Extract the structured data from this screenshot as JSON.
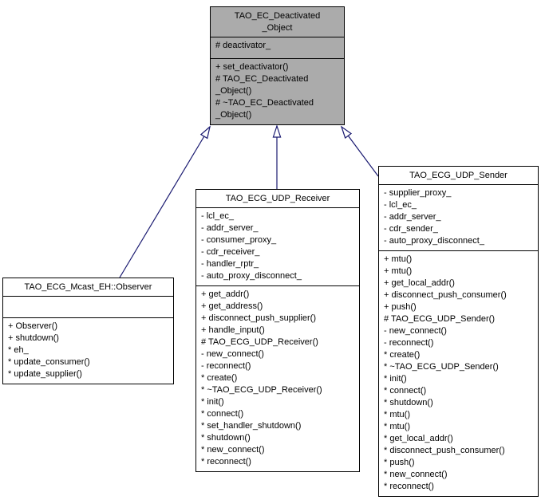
{
  "diagram": {
    "type": "uml-class-inheritance",
    "colors": {
      "background": "#ffffff",
      "base_node_fill": "#ababab",
      "derived_node_fill": "#ffffff",
      "border": "#000000",
      "arrow": "#191970"
    }
  },
  "classes": {
    "deactivated_object": {
      "name": "TAO_EC_Deactivated_Object",
      "title_lines": [
        "TAO_EC_Deactivated",
        "_Object"
      ],
      "attributes": [
        "# deactivator_"
      ],
      "methods": [
        "+ set_deactivator()",
        "# TAO_EC_Deactivated",
        "_Object()",
        "# ~TAO_EC_Deactivated",
        "_Object()"
      ]
    },
    "mcast_eh_observer": {
      "name": "TAO_ECG_Mcast_EH::Observer",
      "title_lines": [
        "TAO_ECG_Mcast_EH::Observer"
      ],
      "attributes": [],
      "methods": [
        "+ Observer()",
        "+ shutdown()",
        "* eh_",
        "* update_consumer()",
        "* update_supplier()"
      ]
    },
    "udp_receiver": {
      "name": "TAO_ECG_UDP_Receiver",
      "title_lines": [
        "TAO_ECG_UDP_Receiver"
      ],
      "attributes": [
        "- lcl_ec_",
        "- addr_server_",
        "- consumer_proxy_",
        "- cdr_receiver_",
        "- handler_rptr_",
        "- auto_proxy_disconnect_"
      ],
      "methods": [
        "+ get_addr()",
        "+ get_address()",
        "+ disconnect_push_supplier()",
        "+ handle_input()",
        "# TAO_ECG_UDP_Receiver()",
        "- new_connect()",
        "- reconnect()",
        "* create()",
        "* ~TAO_ECG_UDP_Receiver()",
        "* init()",
        "* connect()",
        "* set_handler_shutdown()",
        "* shutdown()",
        "* new_connect()",
        "* reconnect()"
      ]
    },
    "udp_sender": {
      "name": "TAO_ECG_UDP_Sender",
      "title_lines": [
        "TAO_ECG_UDP_Sender"
      ],
      "attributes": [
        "- supplier_proxy_",
        "- lcl_ec_",
        "- addr_server_",
        "- cdr_sender_",
        "- auto_proxy_disconnect_"
      ],
      "methods": [
        "+ mtu()",
        "+ mtu()",
        "+ get_local_addr()",
        "+ disconnect_push_consumer()",
        "+ push()",
        "# TAO_ECG_UDP_Sender()",
        "- new_connect()",
        "- reconnect()",
        "* create()",
        "* ~TAO_ECG_UDP_Sender()",
        "* init()",
        "* connect()",
        "* shutdown()",
        "* mtu()",
        "* mtu()",
        "* get_local_addr()",
        "* disconnect_push_consumer()",
        "* push()",
        "* new_connect()",
        "* reconnect()"
      ]
    }
  }
}
